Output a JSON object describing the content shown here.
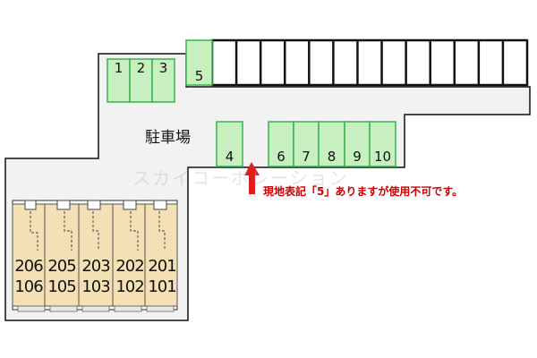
{
  "map": {
    "parking_label": "駐車場",
    "notice": "現地表記「5」ありますが使用不可です。",
    "watermark": "スカイコーポレーション",
    "green_spots": [
      "1",
      "2",
      "3",
      "5",
      "4",
      "6",
      "7",
      "8",
      "9",
      "10"
    ],
    "unmarked_spot_count": 13,
    "rooms_upper": [
      "206",
      "205",
      "203",
      "202",
      "201"
    ],
    "rooms_lower": [
      "106",
      "105",
      "103",
      "102",
      "101"
    ]
  },
  "colors": {
    "lot_fill": "#f2f2f2",
    "spot_green": "#c8efc0",
    "spot_border": "#39b34a",
    "building": "#f3e0b4",
    "arrow": "#e01b1b",
    "notice_text": "#cc0000"
  }
}
